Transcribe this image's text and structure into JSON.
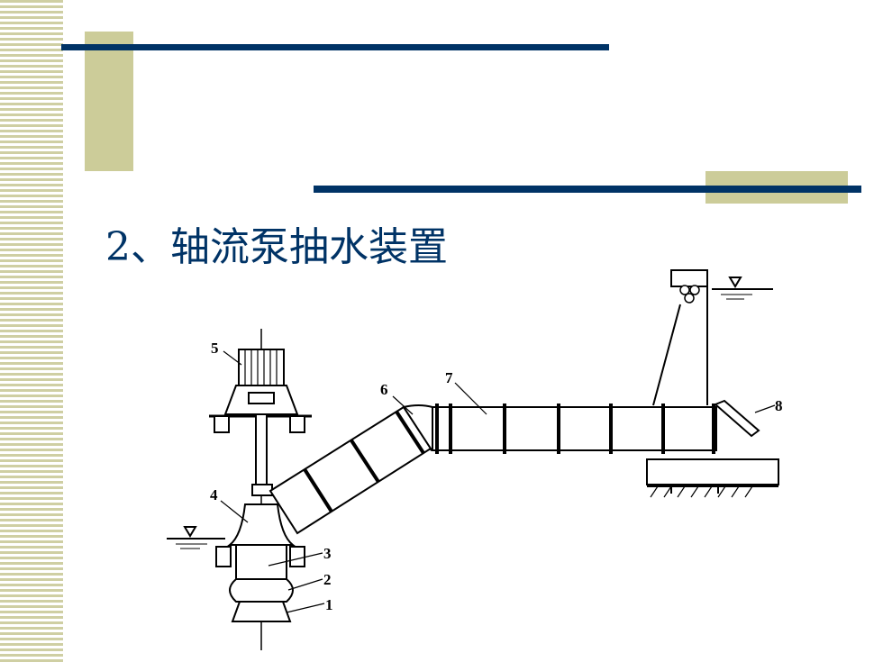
{
  "slide": {
    "title": "2、轴流泵抽水装置",
    "colors": {
      "accent": "#003366",
      "olive": "#cccc99"
    }
  },
  "diagram": {
    "labels": [
      "1",
      "2",
      "3",
      "4",
      "5",
      "6",
      "7",
      "8"
    ]
  }
}
